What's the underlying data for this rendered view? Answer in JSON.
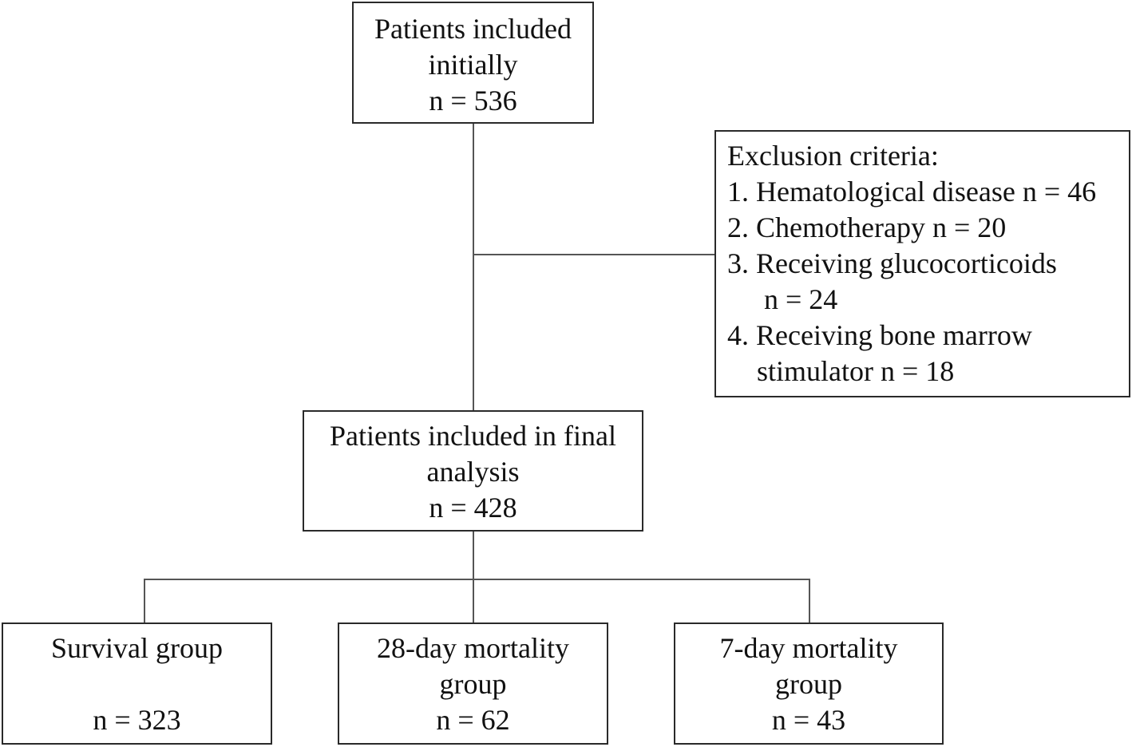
{
  "initial": {
    "line1": "Patients included",
    "line2": "initially",
    "count": "n = 536"
  },
  "exclusion": {
    "heading": "Exclusion criteria:",
    "item1": "1. Hematological disease n = 46",
    "item2": "2. Chemotherapy n = 20",
    "item3a": "3. Receiving glucocorticoids",
    "item3b": "n = 24",
    "item4a": "4. Receiving bone marrow",
    "item4b": "stimulator n = 18"
  },
  "final": {
    "line1": "Patients included in final",
    "line2": "analysis",
    "count": "n = 428"
  },
  "groups": {
    "survival": {
      "line1": "Survival group",
      "count": "n = 323"
    },
    "mortality28": {
      "line1": "28-day mortality",
      "line2": "group",
      "count": "n = 62"
    },
    "mortality7": {
      "line1": "7-day mortality",
      "line2": "group",
      "count": "n = 43"
    }
  }
}
